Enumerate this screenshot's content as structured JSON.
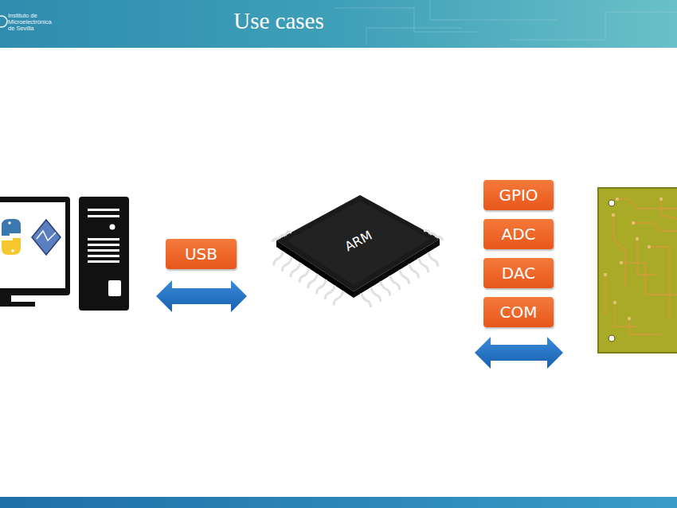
{
  "diagram": {
    "title": "Use cases",
    "nodes": [
      {
        "text": [
          "USB"
        ]
      },
      {
        "text": [
          "ARM"
        ]
      },
      {
        "text": [
          "GPIO"
        ]
      },
      {
        "text": [
          "ADC"
        ]
      },
      {
        "text": [
          "DAC"
        ]
      },
      {
        "text": [
          "COM"
        ]
      }
    ],
    "labels": [
      "Instituto de Microelectrónica de Sevilla"
    ]
  }
}
